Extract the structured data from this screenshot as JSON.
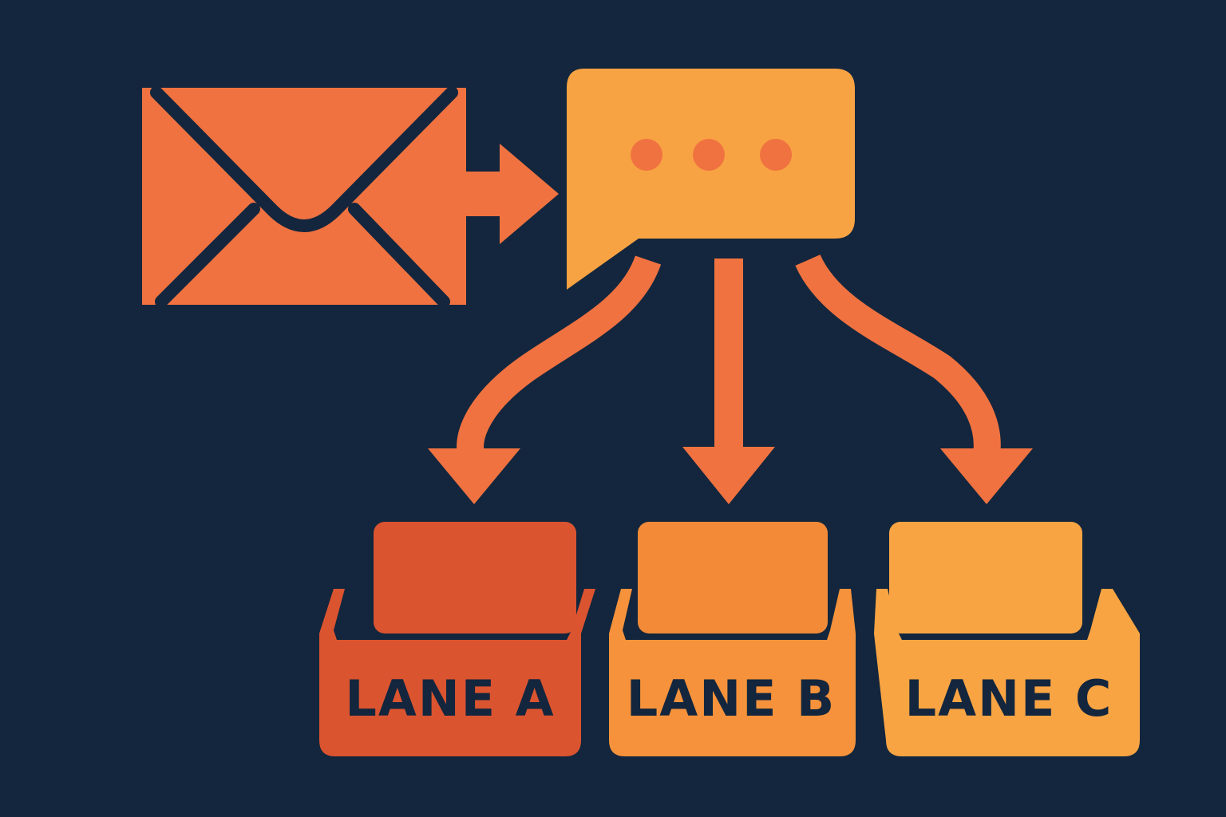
{
  "background_color": "#13263d",
  "ink_color": "#13263d",
  "source": {
    "icon": "envelope-icon",
    "color": "#f07240"
  },
  "router": {
    "icon": "chat-bubble-icon",
    "color": "#f8a343",
    "dot_color": "#f07240"
  },
  "connector_color": "#f07240",
  "lanes": [
    {
      "label": "LANE A",
      "icon": "tray-icon",
      "color": "#db5430",
      "card_color": "#db5430"
    },
    {
      "label": "LANE B",
      "icon": "tray-icon",
      "color": "#f6923b",
      "card_color": "#f28a37"
    },
    {
      "label": "LANE C",
      "icon": "tray-icon",
      "color": "#f8a443",
      "card_color": "#f8a443"
    }
  ]
}
